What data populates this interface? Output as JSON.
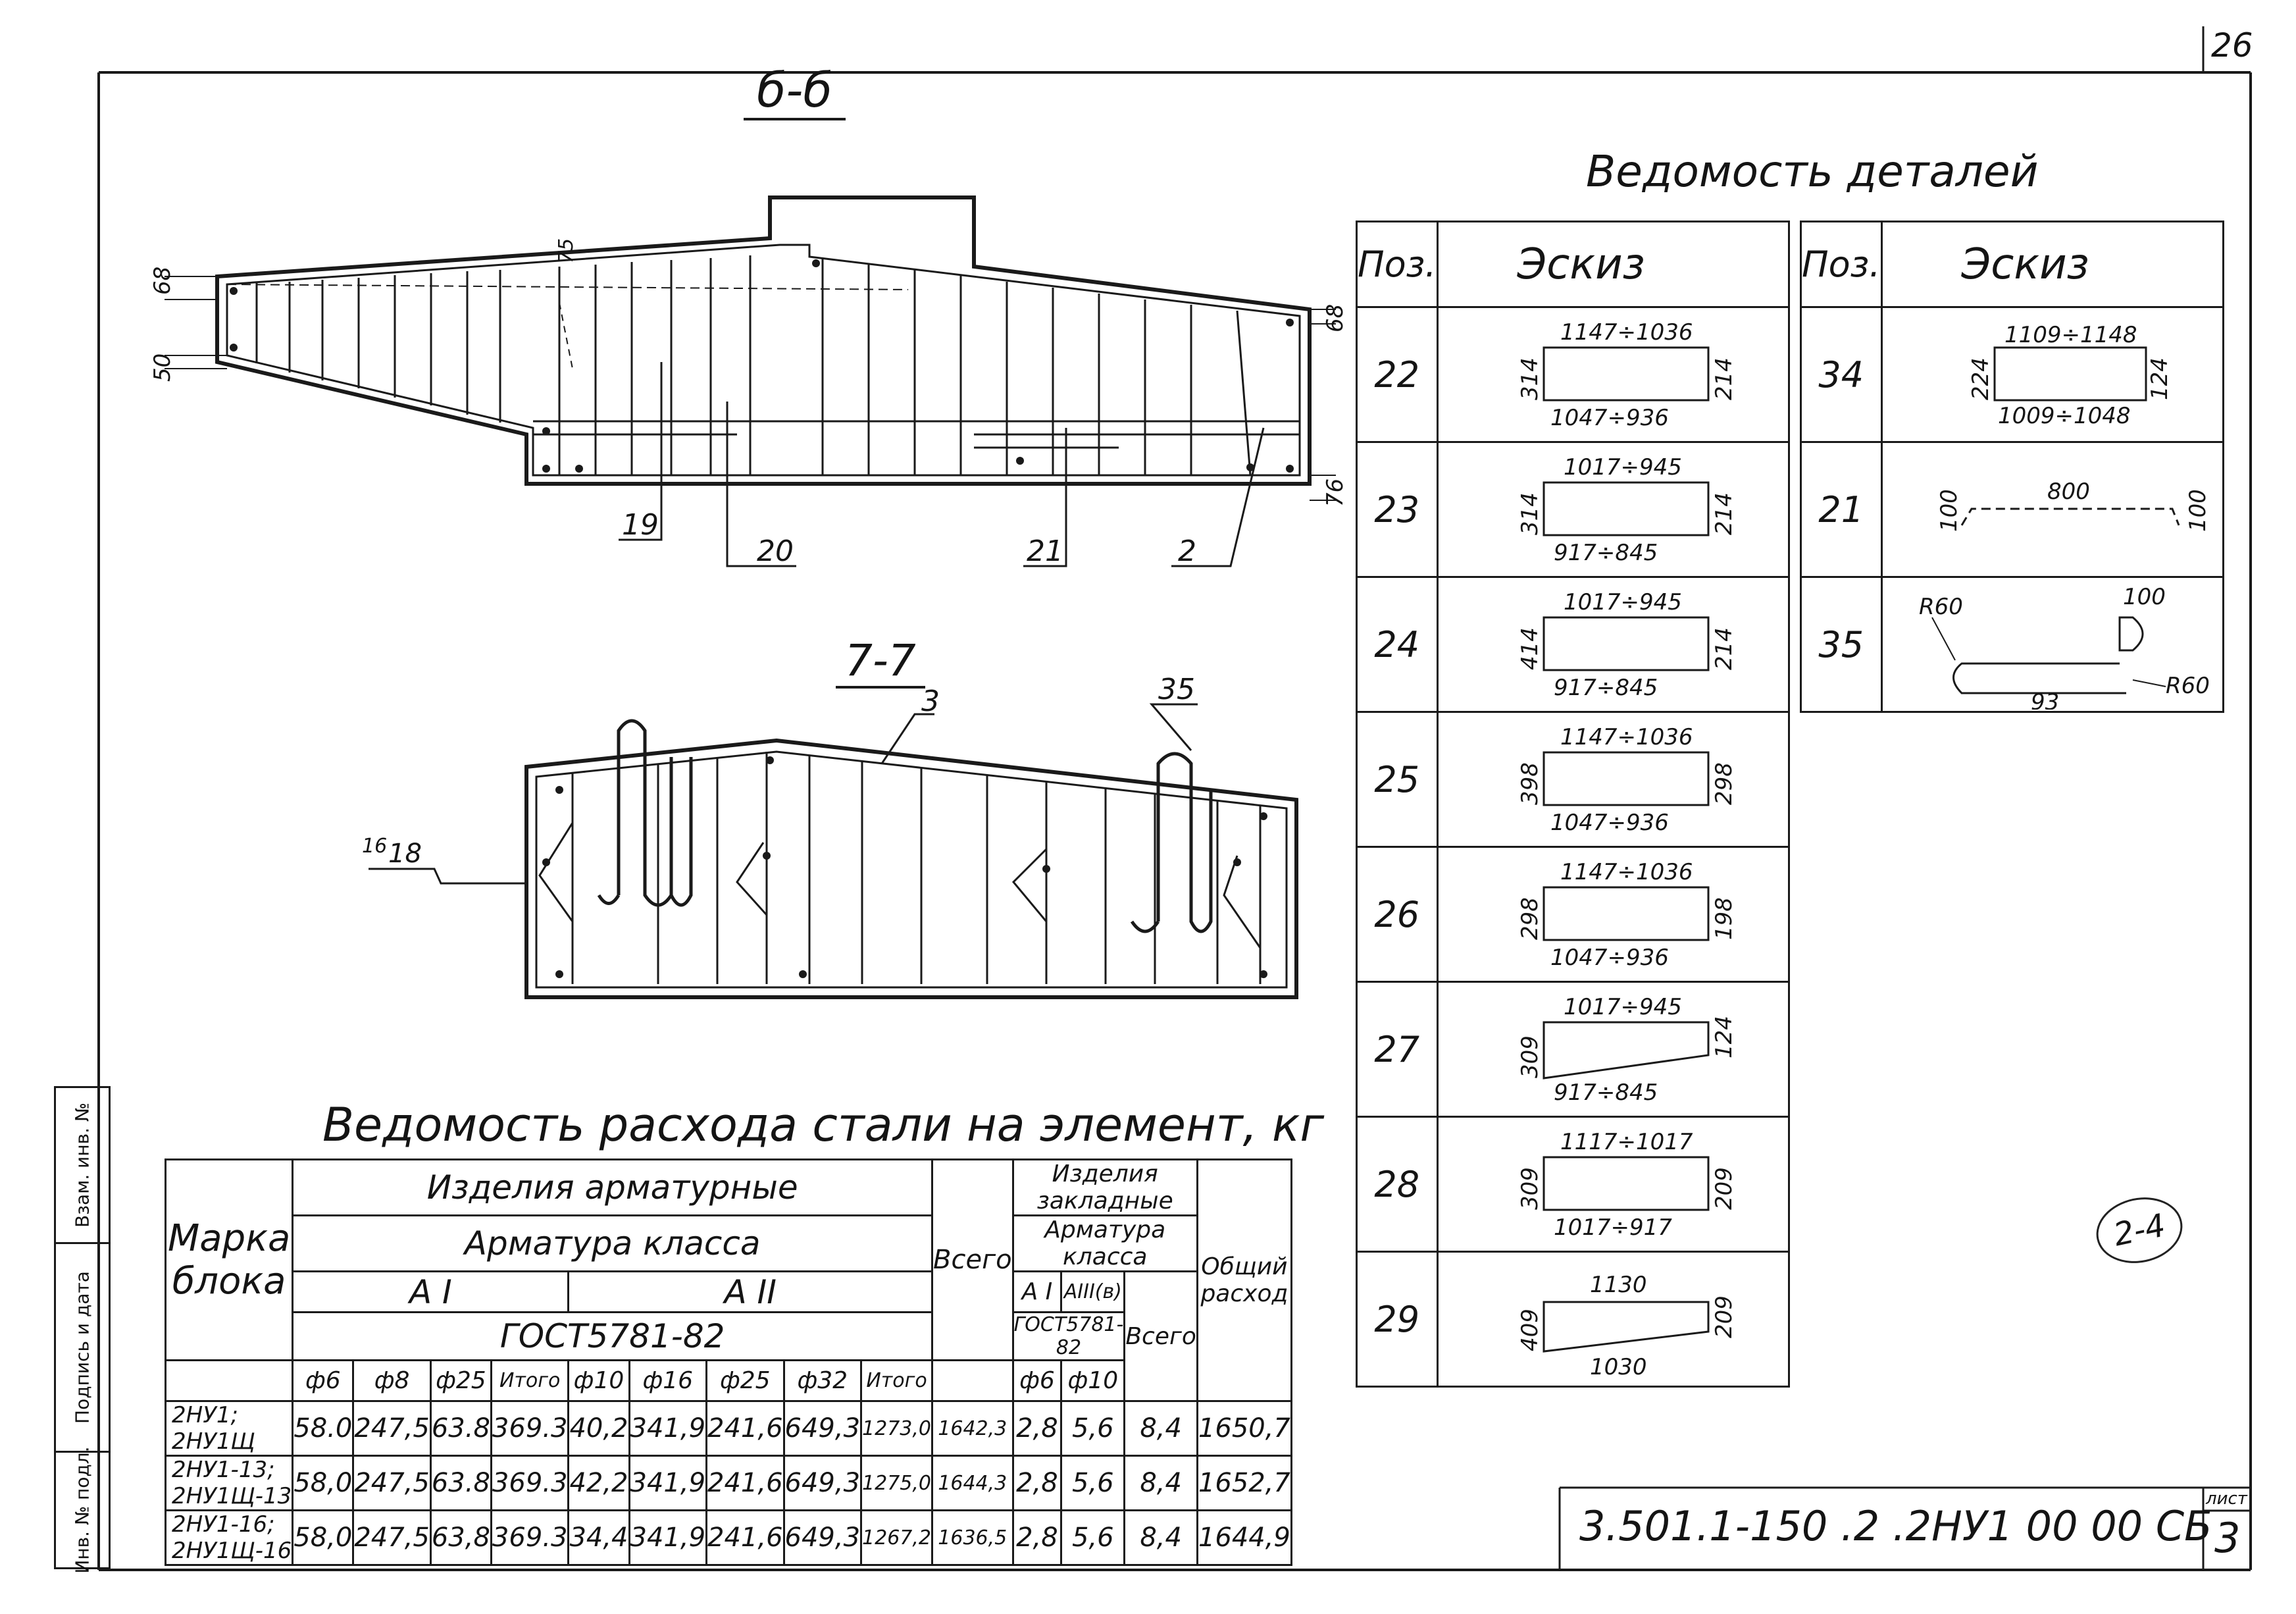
{
  "sheet": {
    "page_number": "26",
    "sheet_label": "лист",
    "sheet_number": "3",
    "doc_code": "3.501.1-150 .2 .2НУ1 00 00 СБ",
    "handwritten_mark": "2-4"
  },
  "side_stamp": {
    "inv_podl": "Инв. № подл.",
    "sign_date": "Подпись и дата",
    "vzam_inv": "Взам. инв. №"
  },
  "section_66": {
    "title": "б-б",
    "dims": [
      "68",
      "50",
      "75",
      "68",
      "76"
    ],
    "callouts": [
      "19",
      "20",
      "21",
      "2"
    ]
  },
  "section_77": {
    "title": "7-7",
    "callouts": [
      "3",
      "35"
    ],
    "side_label": "18",
    "side_prefix": "16"
  },
  "parts_schedule": {
    "title": "Ведомость деталей",
    "col_pos": "Поз.",
    "col_sketch": "Эскиз",
    "left_items": [
      {
        "pos": "22",
        "top": "1147÷1036",
        "bottom": "1047÷936",
        "left": "314",
        "right": "214"
      },
      {
        "pos": "23",
        "top": "1017÷945",
        "bottom": "917÷845",
        "left": "314",
        "right": "214"
      },
      {
        "pos": "24",
        "top": "1017÷945",
        "bottom": "917÷845",
        "left": "414",
        "right": "214"
      },
      {
        "pos": "25",
        "top": "1147÷1036",
        "bottom": "1047÷936",
        "left": "398",
        "right": "298"
      },
      {
        "pos": "26",
        "top": "1147÷1036",
        "bottom": "1047÷936",
        "left": "298",
        "right": "198"
      },
      {
        "pos": "27",
        "top": "1017÷945",
        "bottom": "917÷845",
        "left": "309",
        "right": "124"
      },
      {
        "pos": "28",
        "top": "1117÷1017",
        "bottom": "1017÷917",
        "left": "309",
        "right": "209"
      },
      {
        "pos": "29",
        "top": "1130",
        "bottom": "1030",
        "left": "409",
        "right": "209"
      }
    ],
    "right_items": [
      {
        "pos": "34",
        "top": "1109÷1148",
        "bottom": "1009÷1048",
        "left": "224",
        "right": "124"
      },
      {
        "pos": "21",
        "top": "800",
        "left": "100",
        "right": "100"
      },
      {
        "pos": "35",
        "r1": "R60",
        "r2": "R60",
        "top": "100",
        "bottom": "93"
      }
    ]
  },
  "steel_table": {
    "title": "Ведомость расхода стали на элемент, кг",
    "h_mark": "Марка блока",
    "h_rebar_products": "Изделия арматурные",
    "h_rebar_class": "Арматура класса",
    "h_ai": "А I",
    "h_aii": "А II",
    "h_gost": "ГОСТ5781-82",
    "h_total": "Всего",
    "h_embedded": "Изделия закладные",
    "h_emb_class": "Арматура класса",
    "h_emb_ai": "А I",
    "h_emb_aiii": "АIII(в)",
    "h_emb_gost": "ГОСТ5781-82",
    "h_emb_total": "Всего",
    "h_overall": "Общий расход",
    "sub_ai": [
      "ф6",
      "ф8",
      "ф25",
      "Итого"
    ],
    "sub_aii": [
      "ф10",
      "ф16",
      "ф25",
      "ф32",
      "Итого"
    ],
    "sub_emb": [
      "ф6",
      "ф10"
    ],
    "rows": [
      {
        "mark": "2НУ1; 2НУ1Щ",
        "ai": [
          "58.0",
          "247,5",
          "63.8",
          "369.3"
        ],
        "aii": [
          "40,2",
          "341,9",
          "241,6",
          "649,3",
          "1273,0"
        ],
        "total": "1642,3",
        "emb": [
          "2,8",
          "5,6"
        ],
        "emb_total": "8,4",
        "overall": "1650,7"
      },
      {
        "mark": "2НУ1-13; 2НУ1Щ-13",
        "ai": [
          "58,0",
          "247,5",
          "63.8",
          "369.3"
        ],
        "aii": [
          "42,2",
          "341,9",
          "241,6",
          "649,3",
          "1275,0"
        ],
        "total": "1644,3",
        "emb": [
          "2,8",
          "5,6"
        ],
        "emb_total": "8,4",
        "overall": "1652,7"
      },
      {
        "mark": "2НУ1-16; 2НУ1Щ-16",
        "ai": [
          "58,0",
          "247,5",
          "63,8",
          "369.3"
        ],
        "aii": [
          "34,4",
          "341,9",
          "241,6",
          "649,3",
          "1267,2"
        ],
        "total": "1636,5",
        "emb": [
          "2,8",
          "5,6"
        ],
        "emb_total": "8,4",
        "overall": "1644,9"
      }
    ]
  }
}
